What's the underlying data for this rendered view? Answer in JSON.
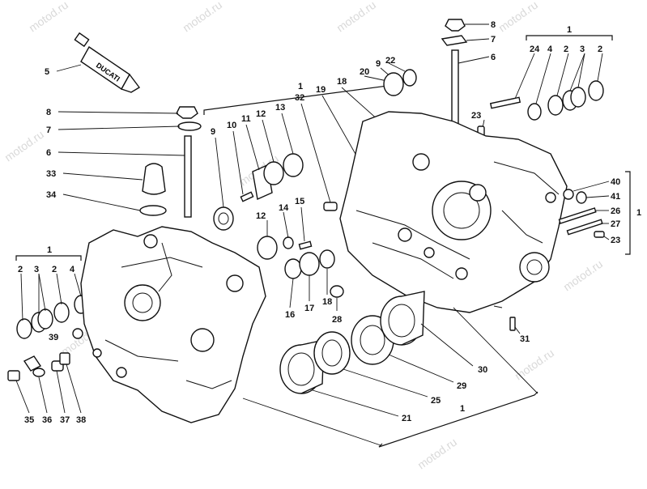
{
  "watermark": "motod.ru",
  "tube_brand": "DUCATI",
  "callouts": {
    "c5": "5",
    "c8a": "8",
    "c7a": "7",
    "c6a": "6",
    "c33": "33",
    "c34": "34",
    "c1left": "1",
    "c2l1": "2",
    "c3l": "3",
    "c2l2": "2",
    "c4l": "4",
    "c39": "39",
    "c35": "35",
    "c36": "36",
    "c37": "37",
    "c38": "38",
    "c1top": "1",
    "c9a": "9",
    "c10": "10",
    "c11": "11",
    "c12a": "12",
    "c13": "13",
    "c32": "32",
    "c19": "19",
    "c18a": "18",
    "c20": "20",
    "c9b": "9",
    "c22": "22",
    "c15": "15",
    "c14": "14",
    "c12b": "12",
    "c16": "16",
    "c17": "17",
    "c18b": "18",
    "c28": "28",
    "c8b": "8",
    "c7b": "7",
    "c6b": "6",
    "c23a": "23",
    "c1right": "1",
    "c24": "24",
    "c4r": "4",
    "c2r1": "2",
    "c3r": "3",
    "c2r2": "2",
    "c40": "40",
    "c41": "41",
    "c26": "26",
    "c27": "27",
    "c23b": "23",
    "c1side": "1",
    "c31": "31",
    "c30": "30",
    "c29": "29",
    "c25": "25",
    "c21": "21",
    "c1bottom": "1"
  }
}
